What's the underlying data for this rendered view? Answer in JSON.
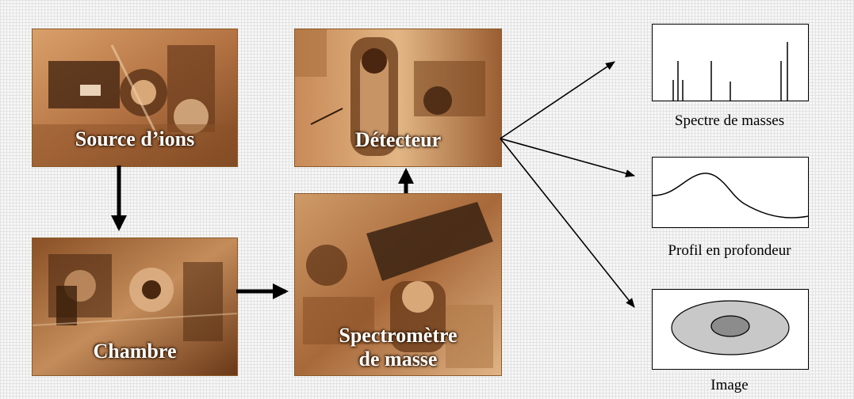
{
  "photos": {
    "source": {
      "label": "Source d’ions"
    },
    "detecteur": {
      "label": "Détecteur"
    },
    "chambre": {
      "label": "Chambre"
    },
    "spectrometre": {
      "label": "Spectromètre\nde masse"
    }
  },
  "outputs": {
    "spectre": {
      "caption": "Spectre de masses"
    },
    "profil": {
      "caption": "Profil en profondeur"
    },
    "image": {
      "caption": "Image"
    }
  },
  "colors": {
    "photo_tone": "#b8794a",
    "photo_light": "#e3b07c",
    "photo_dark": "#4a2a12",
    "image_outer": "#c8c8c8",
    "image_inner": "#8c8c8c"
  }
}
